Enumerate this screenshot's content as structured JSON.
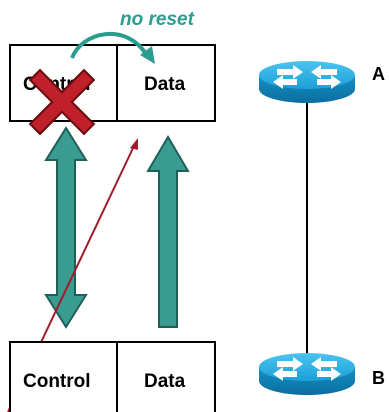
{
  "top_box": {
    "control_label": "Control",
    "data_label": "Data"
  },
  "bottom_box": {
    "control_label": "Control",
    "data_label": "Data"
  },
  "annotation": "no reset",
  "routers": [
    {
      "label": "A"
    },
    {
      "label": "B"
    }
  ],
  "colors": {
    "arrow_fill": "#3a9c90",
    "arrow_stroke": "#1f5f58",
    "curve": "#2a9d8f",
    "cross": "#c0202a",
    "router_body": "#1aa0d8",
    "router_dark": "#0b6e9e",
    "pointer_line": "#a01c2c"
  },
  "icons": [
    "no-reset-arrow-icon",
    "failure-cross-icon",
    "router-icon"
  ]
}
